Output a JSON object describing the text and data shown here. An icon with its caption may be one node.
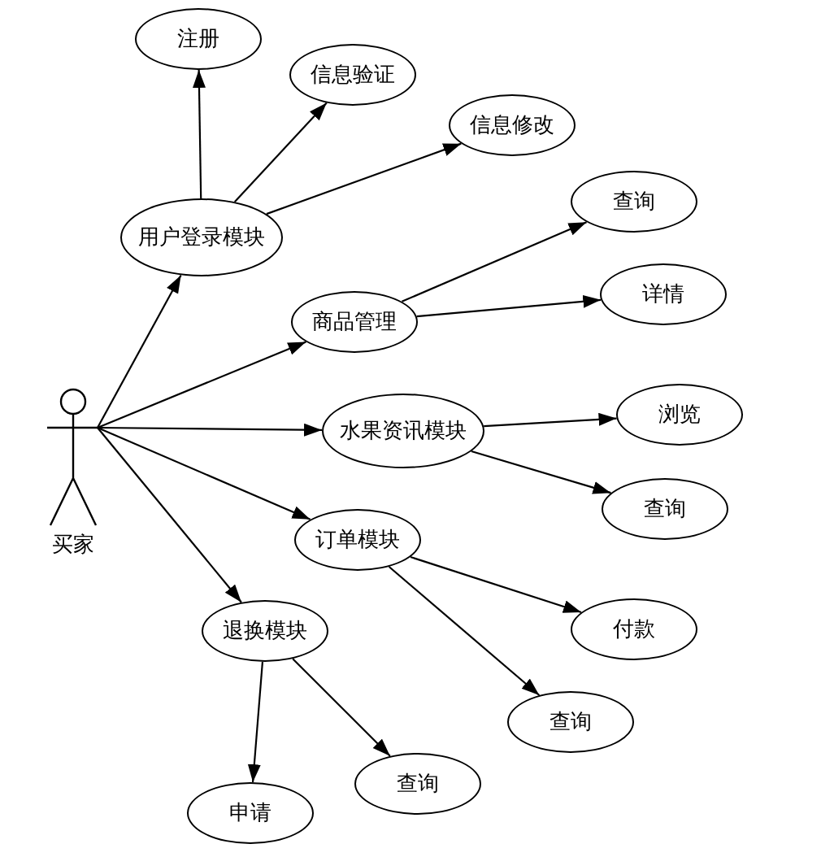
{
  "diagram": {
    "nodes": [
      {
        "text": [
          "买家"
        ]
      },
      {
        "text": [
          "注册"
        ]
      },
      {
        "text": [
          "信息验证"
        ]
      },
      {
        "text": [
          "信息修改"
        ]
      },
      {
        "text": [
          "用户登录模块"
        ]
      },
      {
        "text": [
          "查询"
        ]
      },
      {
        "text": [
          "商品管理"
        ]
      },
      {
        "text": [
          "详情"
        ]
      },
      {
        "text": [
          "水果资讯模块"
        ]
      },
      {
        "text": [
          "浏览"
        ]
      },
      {
        "text": [
          "查询"
        ]
      },
      {
        "text": [
          "订单模块"
        ]
      },
      {
        "text": [
          "付款"
        ]
      },
      {
        "text": [
          "退换模块"
        ]
      },
      {
        "text": [
          "查询"
        ]
      },
      {
        "text": [
          "申请"
        ]
      },
      {
        "text": [
          "查询"
        ]
      }
    ],
    "edges": [
      {
        "from": 0,
        "to": 4,
        "arrow": "to"
      },
      {
        "from": 0,
        "to": 6,
        "arrow": "to"
      },
      {
        "from": 0,
        "to": 8,
        "arrow": "to"
      },
      {
        "from": 0,
        "to": 11,
        "arrow": "to"
      },
      {
        "from": 0,
        "to": 13,
        "arrow": "to"
      },
      {
        "from": 4,
        "to": 1,
        "arrow": "to"
      },
      {
        "from": 4,
        "to": 2,
        "arrow": "to"
      },
      {
        "from": 4,
        "to": 3,
        "arrow": "to"
      },
      {
        "from": 6,
        "to": 5,
        "arrow": "to"
      },
      {
        "from": 6,
        "to": 7,
        "arrow": "to"
      },
      {
        "from": 8,
        "to": 9,
        "arrow": "to"
      },
      {
        "from": 8,
        "to": 10,
        "arrow": "to"
      },
      {
        "from": 11,
        "to": 12,
        "arrow": "to"
      },
      {
        "from": 11,
        "to": 14,
        "arrow": "to"
      },
      {
        "from": 13,
        "to": 15,
        "arrow": "to"
      },
      {
        "from": 13,
        "to": 16,
        "arrow": "to"
      }
    ]
  }
}
